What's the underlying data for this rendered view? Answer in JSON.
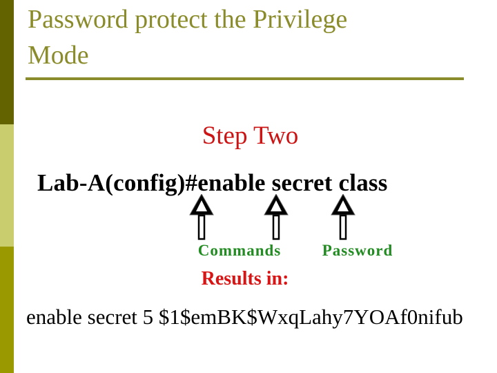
{
  "slide": {
    "title_line1": "Password protect the Privilege",
    "title_line2": "Mode",
    "subtitle": "Step Two",
    "command_line": "Lab-A(config)#enable secret class",
    "annotations": {
      "commands_label": "Commands",
      "password_label": "Password"
    },
    "results_label": "Results in:",
    "output_line": "enable secret 5 $1$emBK$WxqLahy7YOAf0nifub",
    "icons": {
      "arrow_count": 3,
      "arrow_type": "up-arrow-icon"
    },
    "colors": {
      "title_olive": "#8a8b2a",
      "accent_bar_dark": "#636300",
      "accent_bar_light": "#c9cd6e",
      "accent_bar_medium": "#9a9a00",
      "subtitle_red": "#cc1414",
      "results_red": "#d91414",
      "label_green": "#228b22",
      "body_text": "#000000",
      "background": "#ffffff"
    }
  }
}
